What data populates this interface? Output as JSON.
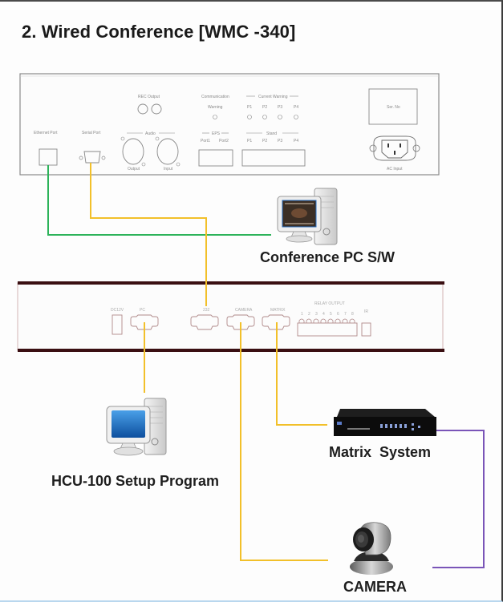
{
  "title": "2. Wired Conference [WMC -340]",
  "colors": {
    "ethernet_wire": "#2db35a",
    "serial_wire": "#f2c02a",
    "video_wire": "#7a55b8",
    "hcu_panel_bar": "#3a0f12",
    "screen_blue": "#1a6fc2"
  },
  "wmc_panel": {
    "rec_output_label": "REC Output",
    "ethernet_port_label": "Ethernet Port",
    "serial_port_label": "Serial Port",
    "audio_label": "Audio",
    "output_label": "Output",
    "input_label": "Input",
    "communication_label": "Communication",
    "warning_label": "Warning",
    "current_warning_label": "Current Warning",
    "eps_label": "EPS",
    "port1_label": "Port1",
    "port2_label": "Port2",
    "stand_label": "Stand",
    "channels": [
      "P1",
      "P2",
      "P3",
      "P4"
    ],
    "ser_no_label": "Ser. No",
    "ac_input_label": "AC Input"
  },
  "hcu_panel": {
    "dc_label": "DC12V",
    "pc_label": "PC",
    "rs232_label": "232",
    "camera_label": "CAMERA",
    "matrix_label": "MATRIX",
    "relay_output_label": "RELAY OUTPUT",
    "relay_channels": [
      "1",
      "2",
      "3",
      "4",
      "5",
      "6",
      "7",
      "8"
    ],
    "ir_label": "IR"
  },
  "devices": {
    "conference_pc": "Conference PC S/W",
    "hcu_setup": "HCU-100 Setup Program",
    "matrix": "Matrix  System",
    "camera": "CAMERA"
  }
}
